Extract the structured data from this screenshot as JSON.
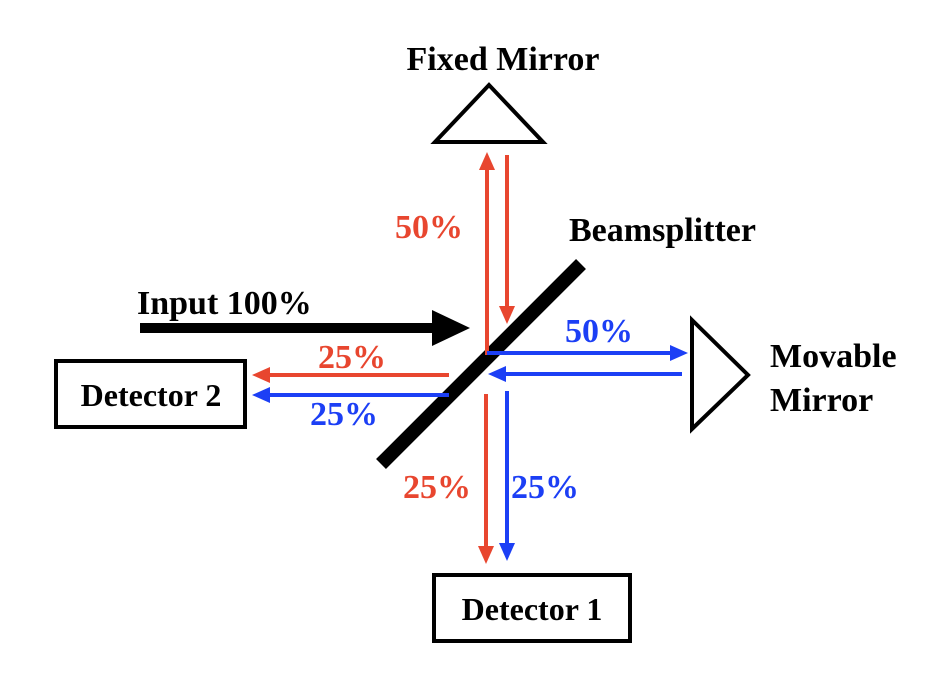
{
  "labels": {
    "fixed_mirror": "Fixed Mirror",
    "beamsplitter": "Beamsplitter",
    "input": "Input 100%",
    "movable_mirror_line1": "Movable",
    "movable_mirror_line2": "Mirror",
    "detector_1": "Detector 1",
    "detector_2": "Detector 2"
  },
  "percentages": {
    "fixed_arm": "50%",
    "movable_arm": "50%",
    "detector2_red": "25%",
    "detector2_blue": "25%",
    "detector1_red": "25%",
    "detector1_blue": "25%"
  },
  "colors": {
    "red_beam": "#e8462f",
    "blue_beam": "#1c3ff5",
    "black": "#000000"
  }
}
